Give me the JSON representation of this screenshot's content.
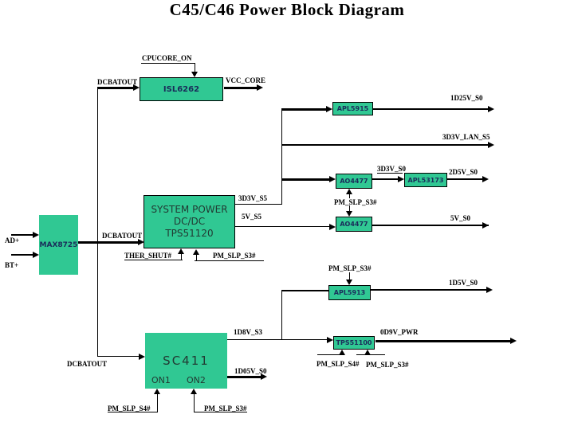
{
  "title": "C45/C46 Power Block Diagram",
  "colors": {
    "block_fill": "#30C893",
    "wire": "#000000",
    "background": "#FFFFFF"
  },
  "blocks": {
    "isl6262": {
      "label": "ISL6262"
    },
    "apl5915": {
      "label": "APL5915"
    },
    "ao4477_a": {
      "label": "AO4477"
    },
    "apl53173": {
      "label": "APL53173"
    },
    "system_power": {
      "line1": "SYSTEM POWER",
      "line2": "DC/DC",
      "line3": "TPS51120"
    },
    "max8725": {
      "label": "MAX8725"
    },
    "ao4477_b": {
      "label": "AO4477"
    },
    "apl5913": {
      "label": "APL5913"
    },
    "sc411": {
      "label": "SC411",
      "pin1": "ON1",
      "pin2": "ON2"
    },
    "tps51100": {
      "label": "TPS51100"
    }
  },
  "signals": {
    "cpucore_on": "CPUCORE_ON",
    "dcbatout": "DCBATOUT",
    "vcc_core": "VCC_CORE",
    "v1d25_s0": "1D25V_S0",
    "v3d3_lan_s5": "3D3V_LAN_S5",
    "v3d3_s0": "3D3V_S0",
    "v2d5_s0": "2D5V_S0",
    "v3d3_s5": "3D3V_S5",
    "pm_slp_s3": "PM_SLP_S3#",
    "pm_slp_s4": "PM_SLP_S4#",
    "v5_s5": "5V_S5",
    "v5_s0": "5V_S0",
    "ad_plus": "AD+",
    "bt_plus": "BT+",
    "ther_shut": "THER_SHUT#",
    "v1d5_s0": "1D5V_S0",
    "v1d8_s3": "1D8V_S3",
    "v0d9_pwr": "0D9V_PWR",
    "v1d05_s0": "1D05V_S0"
  }
}
